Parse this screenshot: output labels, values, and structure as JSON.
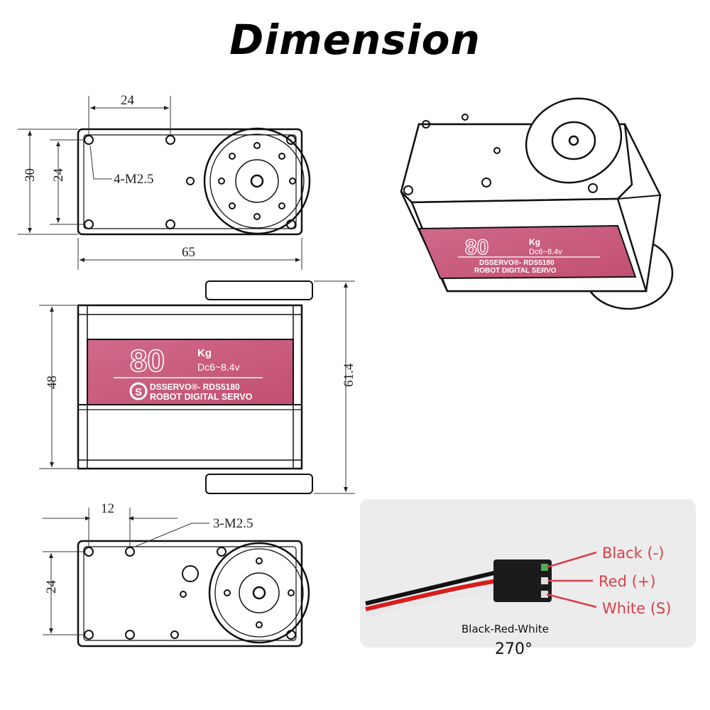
{
  "title": "Dimension",
  "top_view": {
    "dim_hole_spacing": "24",
    "dim_height": "30",
    "dim_hole_vertical": "24",
    "dim_length": "65",
    "holes_label": "4-M2.5"
  },
  "side_view": {
    "dim_body_height": "48",
    "dim_total_height": "61.4"
  },
  "bottom_view": {
    "dim_hole_spacing": "12",
    "holes_label": "3-M2.5",
    "dim_hole_vertical": "24"
  },
  "servo_label": {
    "torque": "80",
    "unit": "Kg",
    "voltage": "Dc6~8.4v",
    "brand_model": "DSSERVO®- RDS5180",
    "subtitle": "ROBOT DIGITAL SERVO",
    "logo_letter": "S",
    "color": "#c9587a"
  },
  "wiring": {
    "wires": [
      {
        "label": "Black (-)"
      },
      {
        "label": "Red (+)"
      },
      {
        "label": "White (S)"
      }
    ],
    "connector_order": "Black-Red-White",
    "rotation": "270°",
    "label_color": "#d8404a"
  }
}
